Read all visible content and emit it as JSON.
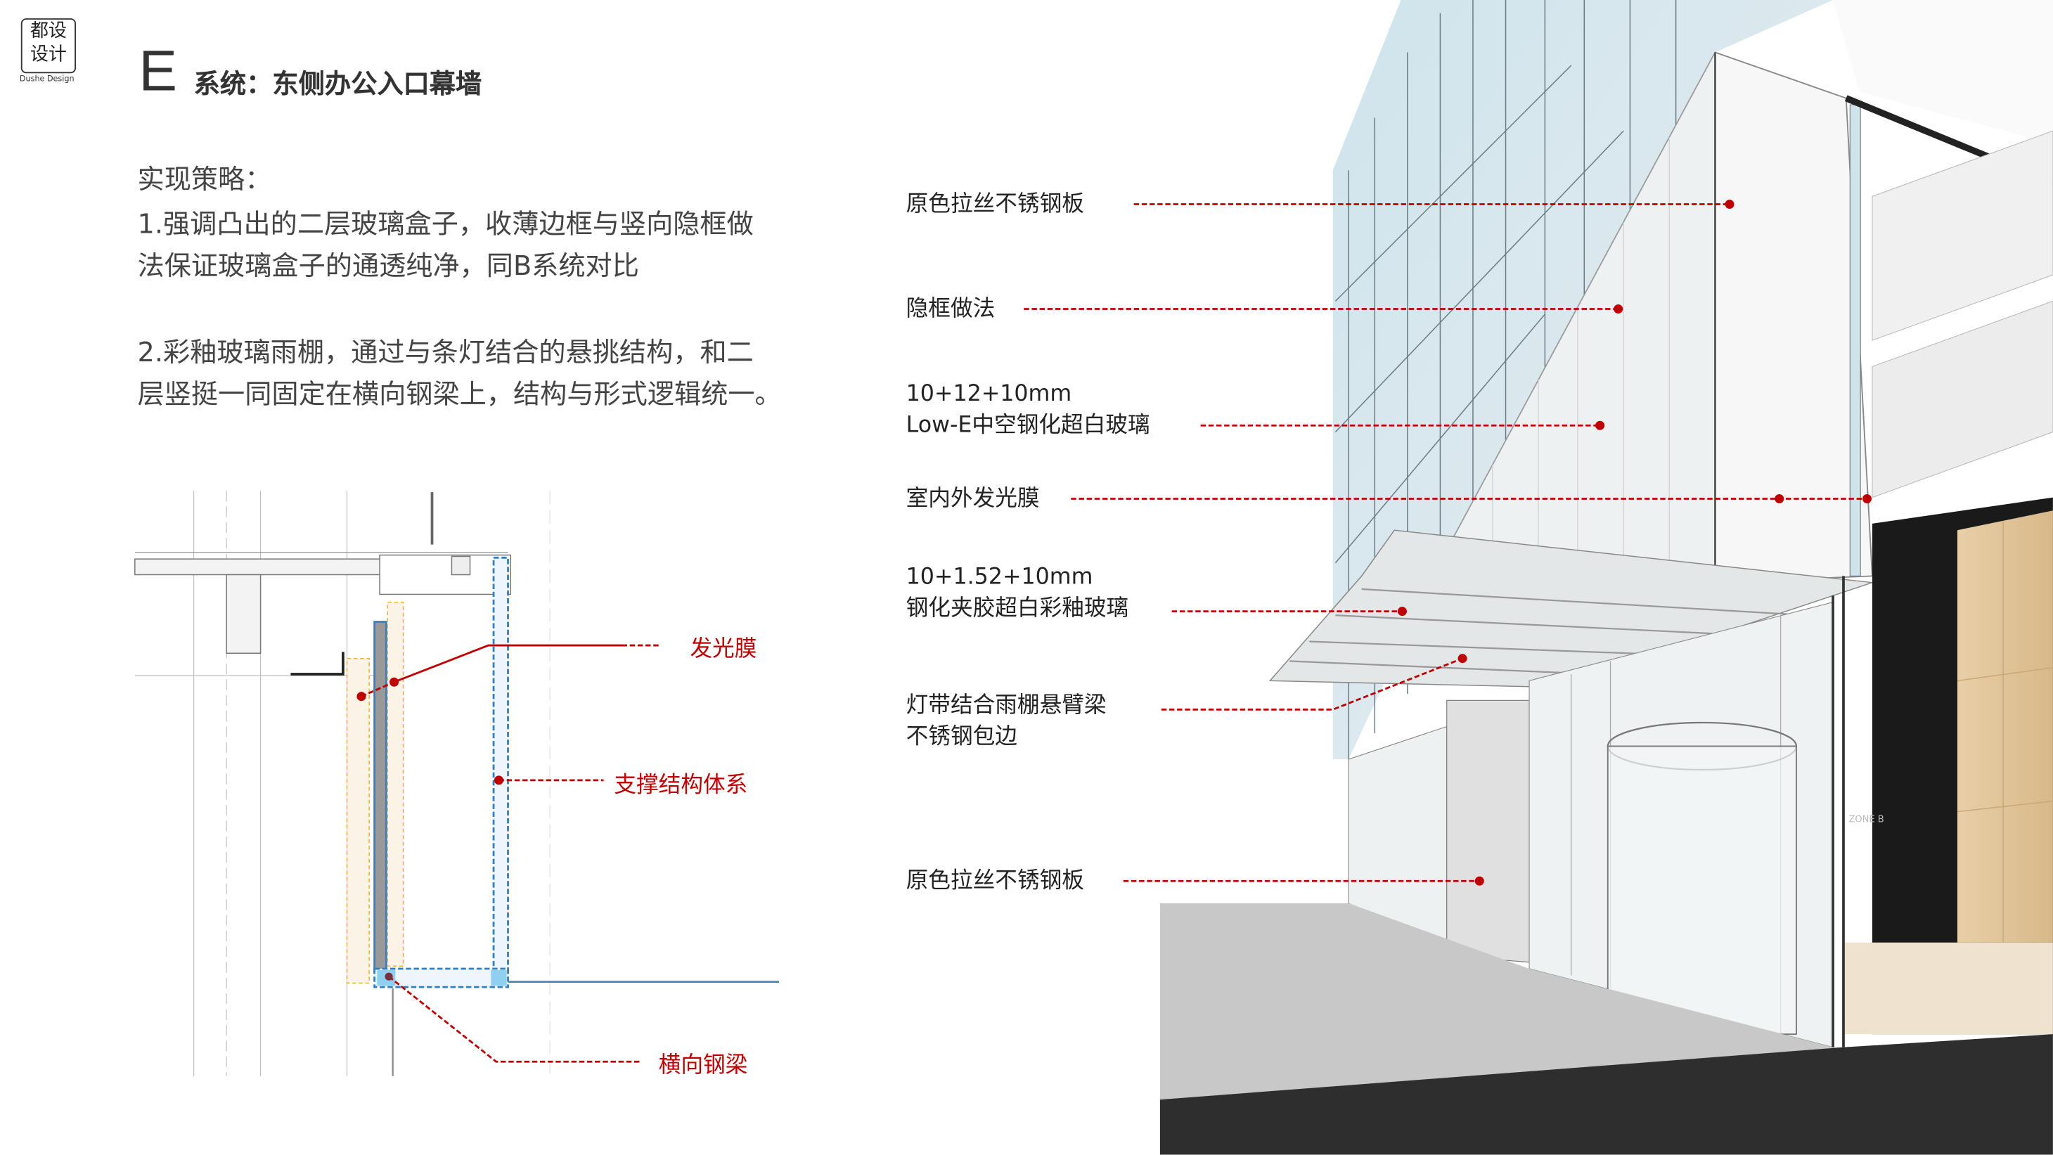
{
  "logo": {
    "line1": "都设",
    "line2": "设计",
    "subtitle": "Dushe Design"
  },
  "header": {
    "letter": "E",
    "title": "系统：东侧办公入口幕墙"
  },
  "strategy": {
    "heading": "实现策略：",
    "lines": [
      "1.强调凸出的二层玻璃盒子，收薄边框与竖向隐框做",
      "法保证玻璃盒子的通透纯净，同B系统对比",
      "2.彩釉玻璃雨棚，通过与条灯结合的悬挑结构，和二",
      "层竖挺一同固定在横向钢梁上，结构与形式逻辑统一。"
    ]
  },
  "detail_labels": {
    "film": "发光膜",
    "support": "支撑结构体系",
    "beam": "横向钢梁"
  },
  "annotations": [
    {
      "lines": [
        "原色拉丝不锈钢板"
      ]
    },
    {
      "lines": [
        "隐框做法"
      ]
    },
    {
      "lines": [
        "10+12+10mm",
        "Low-E中空钢化超白玻璃"
      ]
    },
    {
      "lines": [
        "室内外发光膜"
      ]
    },
    {
      "lines": [
        "10+1.52+10mm",
        "钢化夹胶超白彩釉玻璃"
      ]
    },
    {
      "lines": [
        "灯带结合雨棚悬臂梁",
        "不锈钢包边"
      ]
    },
    {
      "lines": [
        "原色拉丝不锈钢板"
      ]
    }
  ],
  "render": {
    "zone_sign": "ZONE B"
  },
  "colors": {
    "accent": "#c00000",
    "blue": "#2f7fc4"
  }
}
